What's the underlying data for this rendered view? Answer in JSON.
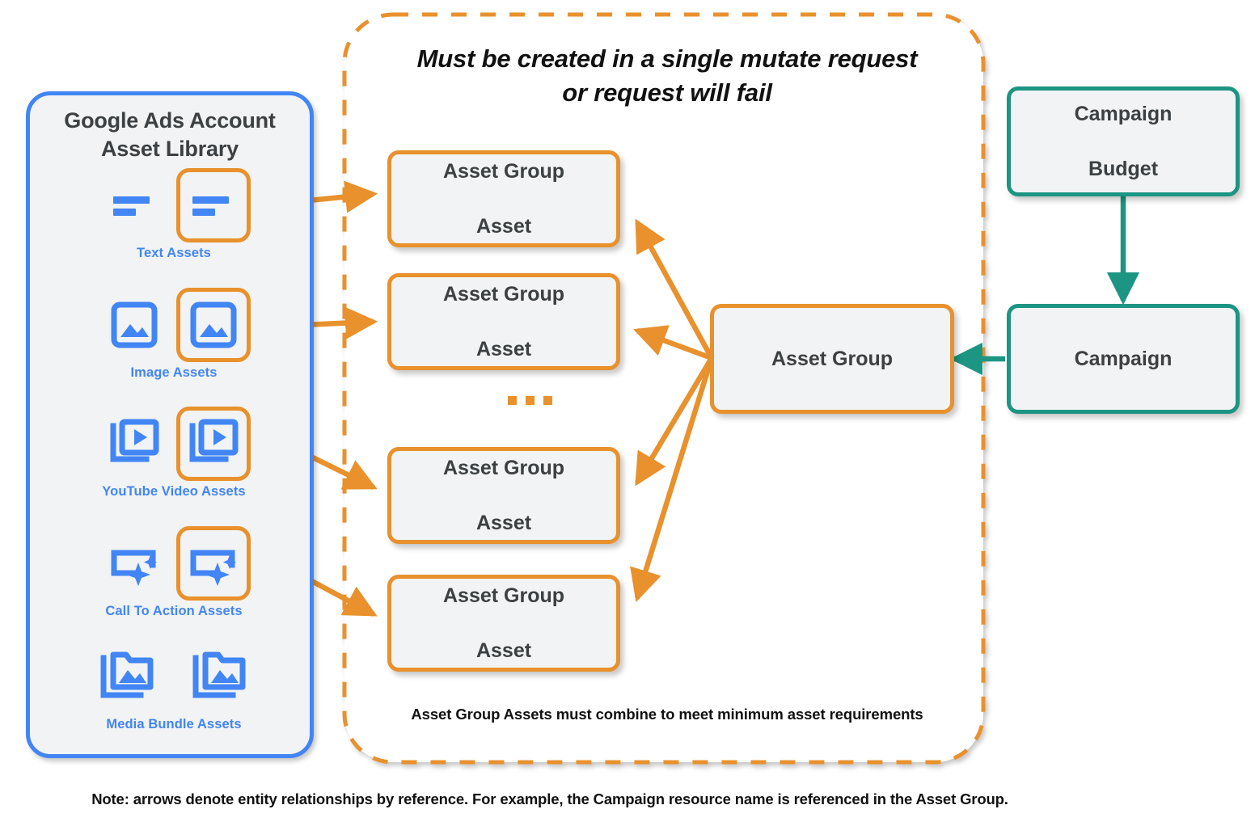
{
  "library": {
    "title_line1": "Google Ads Account",
    "title_line2": "Asset Library",
    "border_color": "#4285f4",
    "items": [
      {
        "caption": "Text Assets",
        "icon": "text-lines-icon",
        "highlighted": true
      },
      {
        "caption": "Image Assets",
        "icon": "image-icon",
        "highlighted": true
      },
      {
        "caption": "YouTube Video  Assets",
        "icon": "video-stack-icon",
        "highlighted": true
      },
      {
        "caption": "Call To Action Assets",
        "icon": "call-to-action-icon",
        "highlighted": true
      },
      {
        "caption": "Media Bundle  Assets",
        "icon": "media-bundle-icon",
        "highlighted": false
      }
    ]
  },
  "mutate_group": {
    "headline_line1": "Must be created in a single mutate request",
    "headline_line2": "or request will fail",
    "footnote": "Asset Group Assets must combine to meet minimum asset requirements",
    "border_color": "#e8912d",
    "ellipsis": "•••",
    "asset_group_assets": [
      {
        "line1": "Asset Group",
        "line2": "Asset"
      },
      {
        "line1": "Asset Group",
        "line2": "Asset"
      },
      {
        "line1": "Asset Group",
        "line2": "Asset"
      },
      {
        "line1": "Asset Group",
        "line2": "Asset"
      }
    ]
  },
  "nodes": {
    "asset_group": {
      "label": "Asset Group",
      "color": "#e8912d"
    },
    "campaign_budget": {
      "line1": "Campaign",
      "line2": "Budget",
      "color": "#1c9583"
    },
    "campaign": {
      "label": "Campaign",
      "color": "#1c9583"
    }
  },
  "note": "Note: arrows denote entity relationships by reference. For example, the Campaign resource name is referenced in the Asset Group.",
  "colors": {
    "orange": "#e8912d",
    "teal": "#1c9583",
    "blue": "#4285f4",
    "node_fill": "#f1f3f4",
    "text": "#3c4043"
  }
}
